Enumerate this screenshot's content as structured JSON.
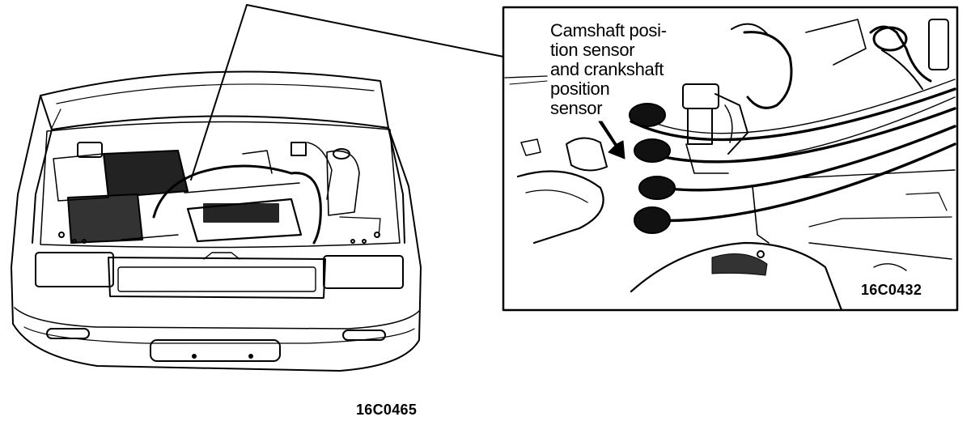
{
  "callout_label": "Camshaft posi-\ntion sensor\nand crankshaft\nposition\nsensor",
  "figure_codes": {
    "detail": "16C0432",
    "main": "16C0465"
  },
  "colors": {
    "ink": "#000000",
    "paper": "#ffffff"
  }
}
